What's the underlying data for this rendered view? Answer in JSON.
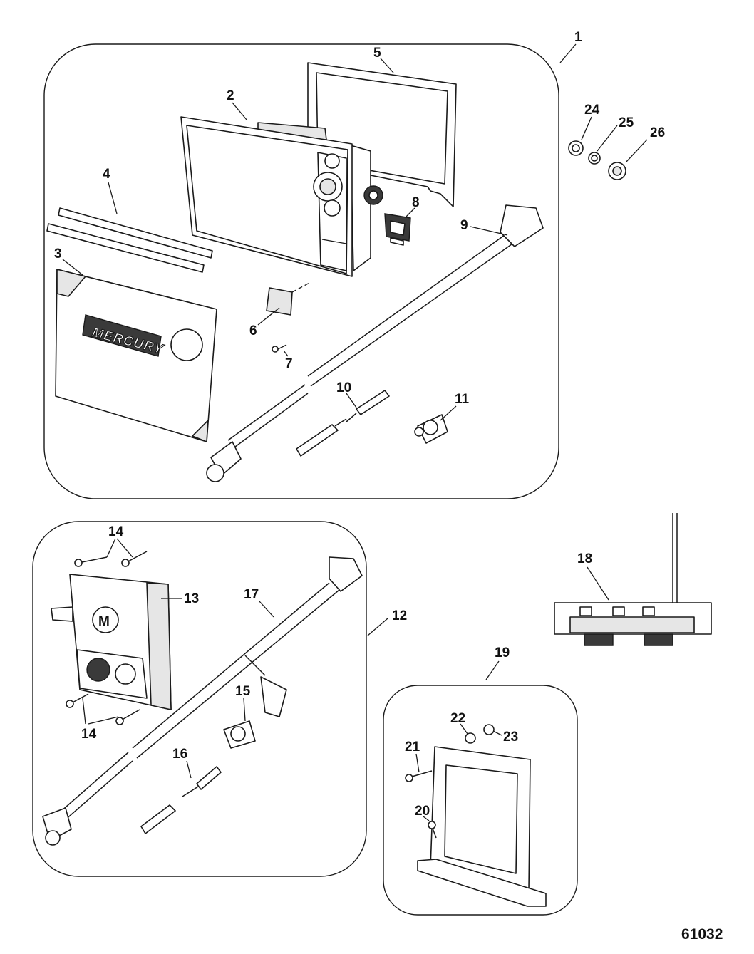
{
  "labels": {
    "l1": "1",
    "l2": "2",
    "l3": "3",
    "l4": "4",
    "l5": "5",
    "l6": "6",
    "l7": "7",
    "l8": "8",
    "l9": "9",
    "l10": "10",
    "l11": "11",
    "l12": "12",
    "l13": "13",
    "l14a": "14",
    "l14b": "14",
    "l15": "15",
    "l16": "16",
    "l17": "17",
    "l18": "18",
    "l19": "19",
    "l20": "20",
    "l21": "21",
    "l22": "22",
    "l23": "23",
    "l24": "24",
    "l25": "25",
    "l26": "26"
  },
  "brand_text": "MERCURY",
  "figure_code": "61032",
  "icons": {
    "display": "display-unit-icon",
    "cover": "sun-cover-icon",
    "gasket": "gasket-icon",
    "harness": "cable-harness-icon",
    "tee": "tee-connector-icon",
    "keypad": "remote-keypad-icon",
    "gateway": "wireless-gateway-icon",
    "bracket": "mounting-bracket-icon"
  }
}
